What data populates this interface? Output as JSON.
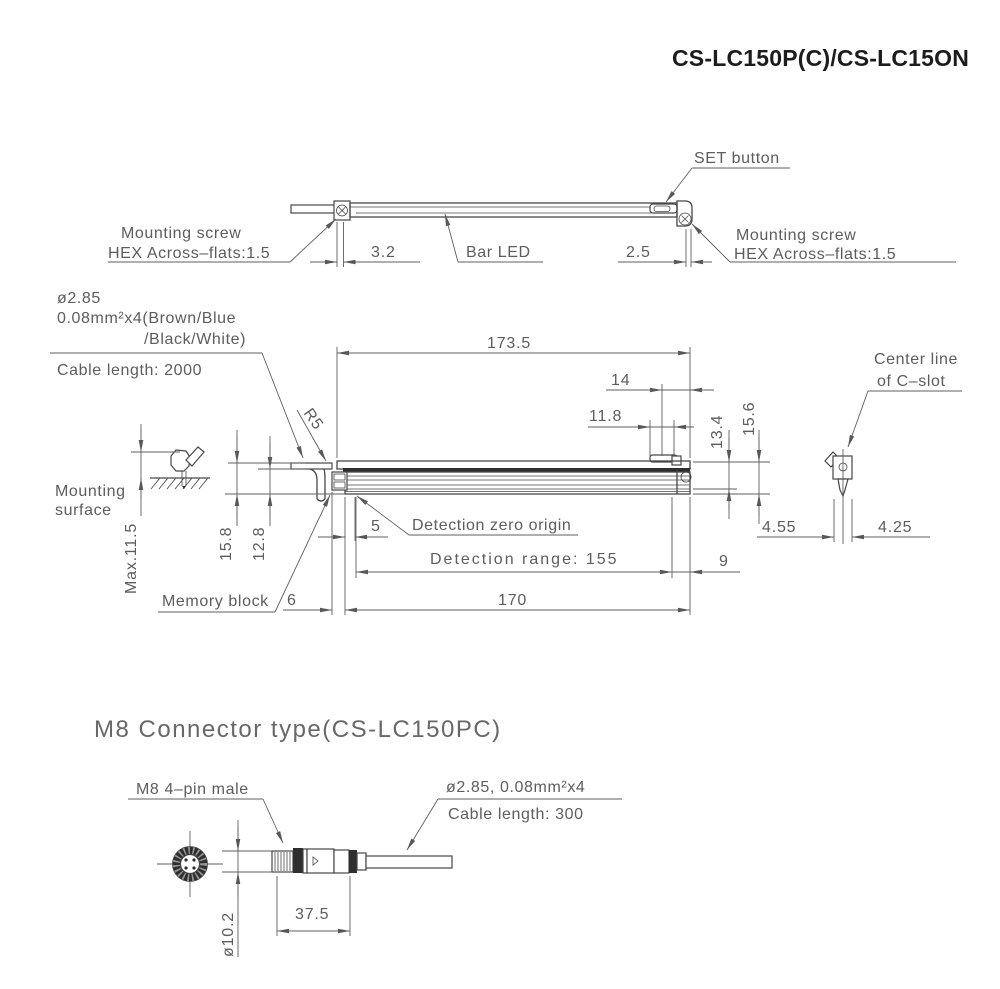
{
  "title": "CS-LC150P(C)/CS-LC15ON",
  "colors": {
    "geometry_line": "#474747",
    "dimension_line": "#5f5f5f",
    "text": "#5d5d5d",
    "title_text": "#1c1c1c",
    "dark_fill": "#2e2e2e",
    "background": "#ffffff"
  },
  "top_view": {
    "set_button": "SET button",
    "mounting_screw_left": {
      "line1": "Mounting screw",
      "line2": "HEX Across–flats:1.5"
    },
    "mounting_screw_right": {
      "line1": "Mounting screw",
      "line2": "HEX Across–flats:1.5"
    },
    "bar_led": "Bar LED",
    "dims": {
      "d3_2": "3.2",
      "d2_5": "2.5"
    }
  },
  "side_view": {
    "cable_spec": {
      "line1": "ø2.85",
      "line2": "0.08mm²x4(Brown/Blue",
      "line3": "/Black/White)"
    },
    "cable_length": "Cable length: 2000",
    "center_line": {
      "line1": "Center line",
      "line2": "of C–slot"
    },
    "mounting_surface": {
      "line1": "Mounting",
      "line2": "surface"
    },
    "memory_block": "Memory block",
    "detection_zero_origin": "Detection zero origin",
    "detection_range": "Detection range: 155",
    "radius": "R5",
    "dims": {
      "d173_5": "173.5",
      "d14": "14",
      "d11_8": "11.8",
      "d13_4": "13.4",
      "d15_6": "15.6",
      "max11_5": "Max.11.5",
      "d15_8": "15.8",
      "d12_8": "12.8",
      "d5": "5",
      "d9": "9",
      "d6": "6",
      "d170": "170",
      "d4_55": "4.55",
      "d4_25": "4.25"
    }
  },
  "connector_view": {
    "section_title": "M8 Connector type(CS-LC150PC)",
    "connector_label": "M8 4–pin male",
    "cable_spec": "ø2.85, 0.08mm²x4",
    "cable_length": "Cable length: 300",
    "dims": {
      "d10_2": "ø10.2",
      "d37_5": "37.5"
    }
  }
}
